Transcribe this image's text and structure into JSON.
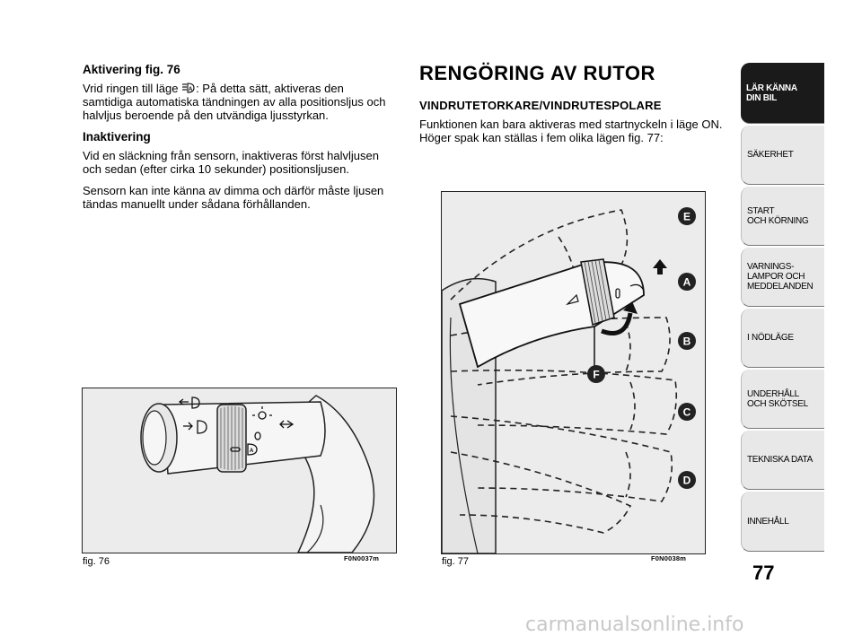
{
  "left": {
    "heading1": "Aktivering fig. 76",
    "para1_before": "Vrid ringen till läge ",
    "para1_after": ": På detta sätt, aktiveras den samtidiga automatiska tändningen av alla positionsljus och halvljus beroende på den utvändiga ljusstyrkan.",
    "heading2": "Inaktivering",
    "para2": "Vid en släckning från sensorn, inaktiveras först halvljusen och sedan (efter cirka 10 sekunder) positionsljusen.",
    "para3": "Sensorn kan inte känna av dimma och därför måste ljusen tändas manuellt under sådana förhållanden."
  },
  "right": {
    "title": "RENGÖRING AV RUTOR",
    "subtitle": "VINDRUTETORKARE/VINDRUTESPOLARE",
    "para1": "Funktionen kan bara aktiveras med startnyckeln i läge ON. Höger spak kan ställas i fem olika lägen fig. 77:"
  },
  "fig76": {
    "caption": "fig. 76",
    "code": "F0N0037m",
    "ring_label": "A"
  },
  "fig77": {
    "caption": "fig. 77",
    "code": "F0N0038m",
    "labels": [
      "E",
      "A",
      "B",
      "F",
      "C",
      "D"
    ]
  },
  "sidebar": {
    "tabs": [
      {
        "label": "LÄR KÄNNA\nDIN BIL",
        "active": true
      },
      {
        "label": "SÄKERHET",
        "active": false
      },
      {
        "label": "START\nOCH KÖRNING",
        "active": false
      },
      {
        "label": "VARNINGS-\nLAMPOR OCH\nMEDDELANDEN",
        "active": false
      },
      {
        "label": "I NÖDLÄGE",
        "active": false
      },
      {
        "label": "UNDERHÅLL\nOCH SKÖTSEL",
        "active": false
      },
      {
        "label": "TEKNISKA DATA",
        "active": false
      },
      {
        "label": "INNEHÅLL",
        "active": false
      }
    ]
  },
  "page_number": "77",
  "watermark": "carmanualsonline.info",
  "colors": {
    "tab_active_bg": "#1a1a1a",
    "tab_bg": "#e8e8e8",
    "badge": "#222222"
  }
}
